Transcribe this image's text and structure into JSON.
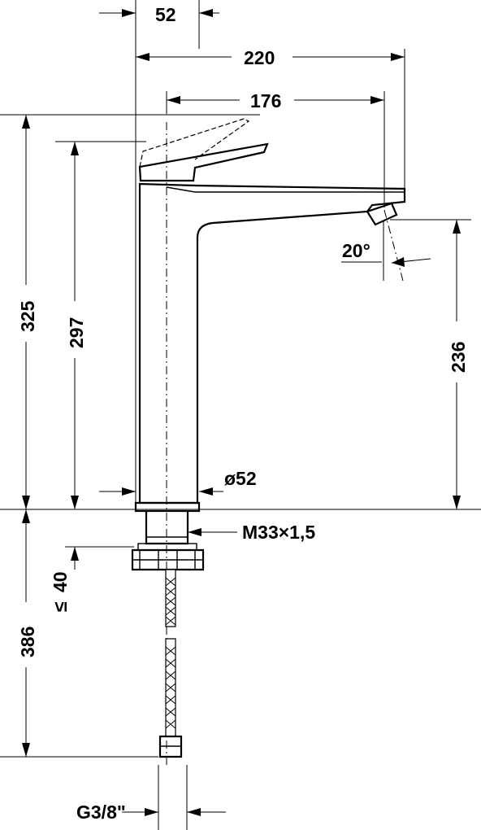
{
  "dimensions": {
    "d52_top": "52",
    "d220": "220",
    "d176": "176",
    "d325": "325",
    "d297": "297",
    "d236": "236",
    "angle": "20°",
    "diameter": "ø52",
    "thread": "M33×1,5",
    "d40": "40",
    "le_symbol": "≤",
    "d386": "386",
    "connection": "G3/8\""
  }
}
